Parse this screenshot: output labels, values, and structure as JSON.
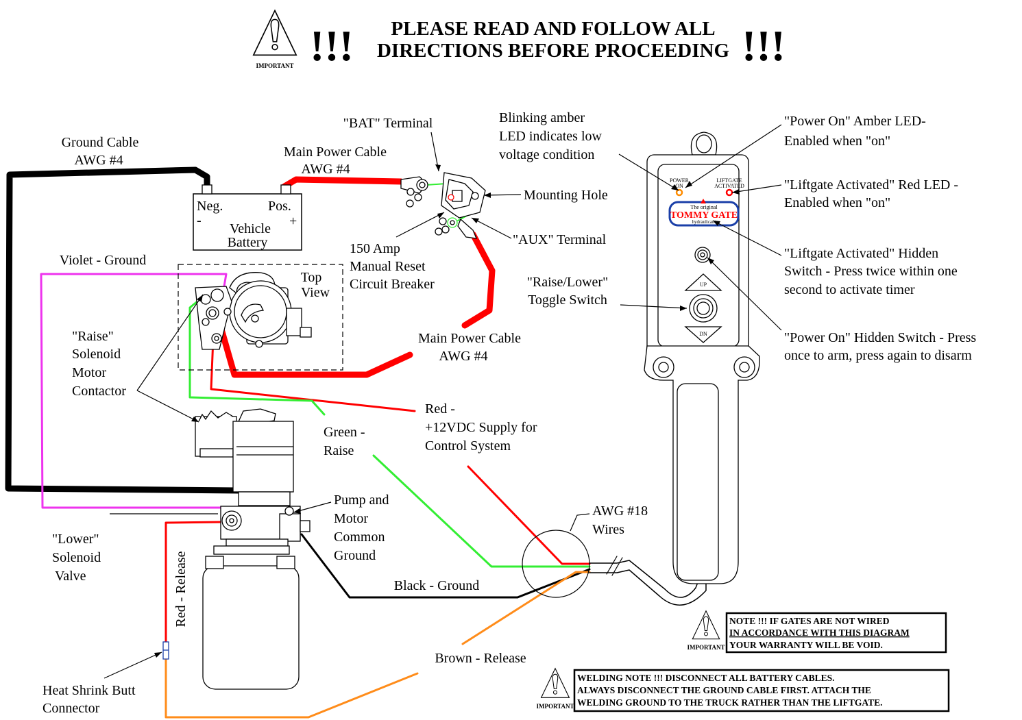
{
  "header": {
    "line1": "PLEASE READ AND FOLLOW ALL",
    "line2": "DIRECTIONS BEFORE PROCEEDING",
    "exclaim": "!!!",
    "important": "IMPORTANT"
  },
  "labels": {
    "ground_cable_1": "Ground Cable",
    "ground_cable_2": "AWG #4",
    "main_power_top_1": "Main Power Cable",
    "main_power_top_2": "AWG #4",
    "bat_terminal": "\"BAT\" Terminal",
    "blink_1": "Blinking amber",
    "blink_2": "LED indicates low",
    "blink_3": "voltage condition",
    "mounting_hole": "Mounting Hole",
    "aux_terminal": "\"AUX\" Terminal",
    "breaker_1": "150 Amp",
    "breaker_2": "Manual Reset",
    "breaker_3": "Circuit Breaker",
    "battery_neg": "Neg.",
    "battery_pos": "Pos.",
    "battery_minus": "-",
    "battery_plus": "+",
    "battery_1": "Vehicle",
    "battery_2": "Battery",
    "violet_ground": "Violet - Ground",
    "top_view_1": "Top",
    "top_view_2": "View",
    "raise_sol_1": "\"Raise\"",
    "raise_sol_2": "Solenoid",
    "raise_sol_3": "Motor",
    "raise_sol_4": "Contactor",
    "raise_lower_1": "\"Raise/Lower\"",
    "raise_lower_2": "Toggle Switch",
    "main_power_mid_1": "Main Power Cable",
    "main_power_mid_2": "AWG #4",
    "red_supply_1": "Red -",
    "red_supply_2": "+12VDC Supply for",
    "red_supply_3": "Control System",
    "green_raise_1": "Green -",
    "green_raise_2": "Raise",
    "pump_1": "Pump and",
    "pump_2": "Motor",
    "pump_3": "Common",
    "pump_4": "Ground",
    "lower_sol_1": "\"Lower\"",
    "lower_sol_2": "Solenoid",
    "lower_sol_3": "Valve",
    "red_release": "Red - Release",
    "black_ground": "Black - Ground",
    "awg18_1": "AWG #18",
    "awg18_2": "Wires",
    "brown_release": "Brown - Release",
    "heat_shrink_1": "Heat Shrink Butt",
    "heat_shrink_2": "Connector",
    "power_led_1": "\"Power On\" Amber LED-",
    "power_led_2": "Enabled when \"on\"",
    "lift_led_1": "\"Liftgate Activated\" Red LED -",
    "lift_led_2": "Enabled when \"on\"",
    "lift_switch_1": "\"Liftgate Activated\" Hidden",
    "lift_switch_2": "Switch - Press twice within one",
    "lift_switch_3": "second to activate timer",
    "power_switch_1": "\"Power On\" Hidden Switch - Press",
    "power_switch_2": "once to arm, press again to disarm"
  },
  "remote": {
    "power_on_1": "POWER",
    "power_on_2": "ON",
    "liftgate_1": "LIFTGATE",
    "liftgate_2": "ACTIVATED",
    "logo_top": "The original",
    "logo_main": "TOMMY GATE",
    "logo_bottom": "hydraulicant",
    "up": "UP",
    "dn": "DN"
  },
  "notes": {
    "warranty_1": "NOTE !!!  IF GATES ARE NOT WIRED",
    "warranty_2": "IN ACCORDANCE WITH THIS DIAGRAM",
    "warranty_3": "YOUR WARRANTY WILL BE VOID.",
    "welding_1": "WELDING NOTE !!!  DISCONNECT ALL BATTERY CABLES.",
    "welding_2": "ALWAYS DISCONNECT THE GROUND CABLE FIRST. ATTACH THE",
    "welding_3": "WELDING GROUND TO THE TRUCK RATHER THAN THE LIFTGATE.",
    "important": "IMPORTANT"
  },
  "colors": {
    "red": "#ff0000",
    "green": "#33ee33",
    "violet": "#ee33ee",
    "orange": "#ff8c1a",
    "black": "#000000",
    "amber_led": "#ff8c00",
    "logo_blue": "#1a3fa8"
  }
}
